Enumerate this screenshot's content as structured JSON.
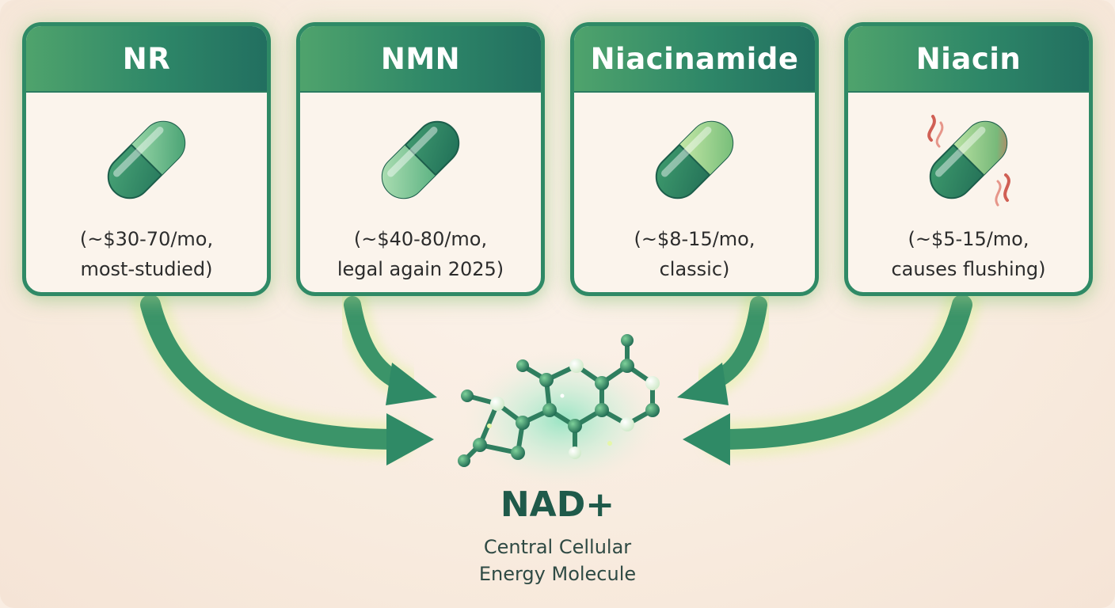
{
  "colors": {
    "card_border": "#2f8a66",
    "header_start": "#4fa36c",
    "header_end": "#226f60",
    "arrow": "#2f8a66",
    "flush_accent": "#c63a2e",
    "nad_text": "#1f5a4a"
  },
  "supplements": [
    {
      "name": "NR",
      "price_line": "(~$30-70/mo,",
      "note_line": "most-studied)",
      "icon": "capsule-icon"
    },
    {
      "name": "NMN",
      "price_line": "(~$40-80/mo,",
      "note_line": "legal again 2025)",
      "icon": "capsule-icon"
    },
    {
      "name": "Niacinamide",
      "price_line": "(~$8-15/mo,",
      "note_line": "classic)",
      "icon": "capsule-icon"
    },
    {
      "name": "Niacin",
      "price_line": "(~$5-15/mo,",
      "note_line": "causes flushing)",
      "icon": "capsule-flushing-icon"
    }
  ],
  "target": {
    "title": "NAD+",
    "subtitle_line1": "Central Cellular",
    "subtitle_line2": "Energy Molecule",
    "icon": "molecule-icon"
  }
}
